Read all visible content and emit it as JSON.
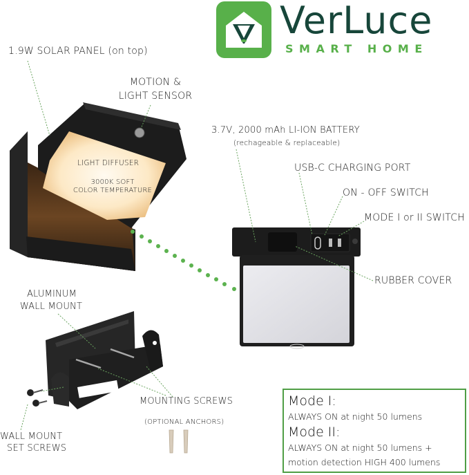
{
  "brand": {
    "name": "VerLuce",
    "tagline": "SMART HOME",
    "logo_letter": "V",
    "colors": {
      "green": "#58b04a",
      "dark_green": "#17463a",
      "dot_green": "#5cb24f"
    }
  },
  "labels": {
    "solar_panel": "1.9W SOLAR PANEL (on top)",
    "motion_sensor_line1": "MOTION &",
    "motion_sensor_line2": "LIGHT SENSOR",
    "diffuser": "LIGHT DIFFUSER",
    "color_temp_line1": "3000K SOFT",
    "color_temp_line2": "COLOR TEMPERATURE",
    "battery": "3.7V, 2000 mAh LI-ION BATTERY",
    "battery_note": "(rechageable & replaceable)",
    "usb_port": "USB-C CHARGING PORT",
    "on_off_switch": "ON - OFF SWITCH",
    "mode_switch": "MODE I or II SWITCH",
    "rubber_cover": "RUBBER COVER",
    "wall_mount_line1": "ALUMINUM",
    "wall_mount_line2": "WALL MOUNT",
    "mounting_screws": "MOUNTING SCREWS",
    "optional_anchors": "(OPTIONAL ANCHORS)",
    "set_screws_line1": "WALL MOUNT",
    "set_screws_line2": "SET SCREWS"
  },
  "modes": [
    {
      "title": "Mode I:",
      "lines": [
        "ALWAYS ON at night 50 lumens"
      ]
    },
    {
      "title": "Mode II:",
      "lines": [
        "ALWAYS ON at night 50 lumens +",
        "motion detection HIGH 400 lumens"
      ]
    }
  ]
}
